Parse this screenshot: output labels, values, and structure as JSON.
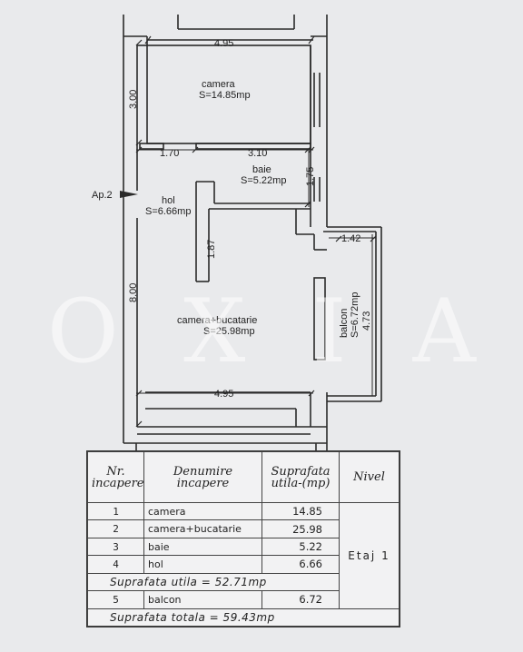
{
  "rooms": {
    "camera": {
      "name": "camera",
      "area": "S=14.85mp"
    },
    "baie": {
      "name": "baie",
      "area": "S=5.22mp"
    },
    "hol": {
      "name": "hol",
      "area": "S=6.66mp"
    },
    "bucatarie": {
      "name": "camera+bucatarie",
      "area": "S=25.98mp"
    },
    "balcon": {
      "name": "balcon",
      "area": "S=6.72mp"
    }
  },
  "dimensions": {
    "top_width": "4.95",
    "camera_height": "3.00",
    "hol_width": "1.70",
    "baie_width": "3.10",
    "baie_height": "1.75",
    "kitchen_recess": "1.87",
    "balcon_width": "1.42",
    "balcon_length": "4.73",
    "hol_length": "8.00",
    "bottom_width": "4.95"
  },
  "entrance_label": "Ap.2",
  "watermark": "OXIA",
  "table": {
    "headers": {
      "nr": [
        "Nr.",
        "incapere"
      ],
      "name": [
        "Denumire",
        "incapere"
      ],
      "area": [
        "Suprafata",
        "utila-(mp)"
      ],
      "level": "Nivel"
    },
    "rows": [
      {
        "nr": "1",
        "name": "camera",
        "area": "14.85"
      },
      {
        "nr": "2",
        "name": "camera+bucatarie",
        "area": "25.98"
      },
      {
        "nr": "3",
        "name": "baie",
        "area": "5.22"
      },
      {
        "nr": "4",
        "name": "hol",
        "area": "6.66"
      }
    ],
    "subtotal": "Suprafata  utila  =  52.71mp",
    "balcony_row": {
      "nr": "5",
      "name": "balcon",
      "area": "6.72"
    },
    "total": "Suprafata  totala  =  59.43mp",
    "level_value": "Etaj   1"
  }
}
